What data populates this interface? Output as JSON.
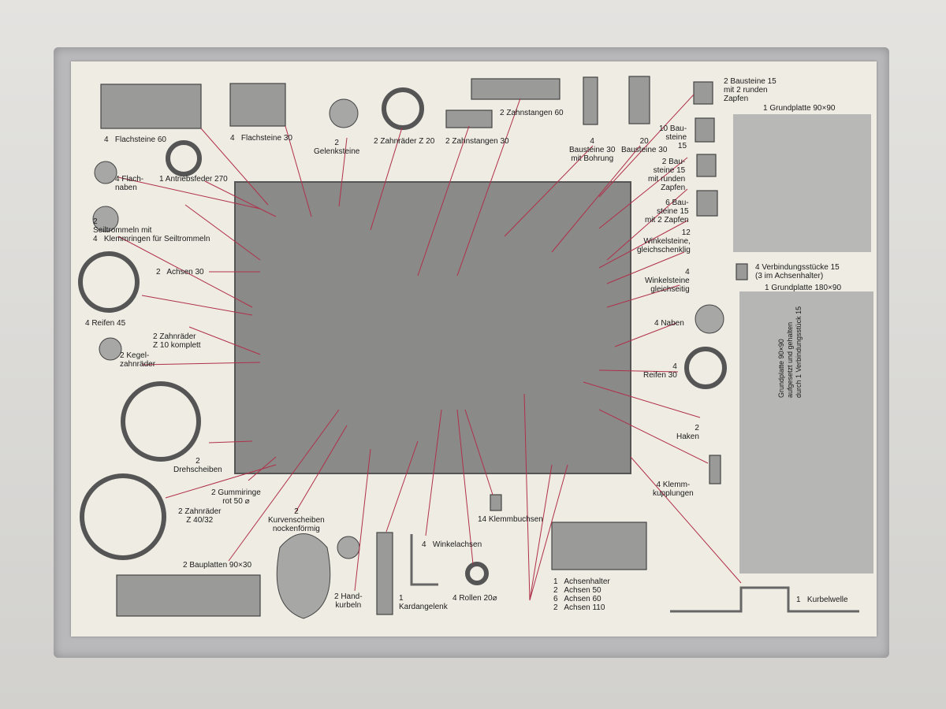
{
  "board": {
    "flachsteine60": "4   Flachsteine 60",
    "flachsteine30": "4   Flachsteine 30",
    "gelenksteine": "2\nGelenksteine",
    "zahnraeder20": "2 Zahnräder Z 20",
    "zahnstangen30": "2 Zahnstangen 30",
    "zahnstangen60": "2 Zahnstangen 60",
    "bausteine30b": "4\nBausteine 30\nmit Bohrung",
    "bausteine30": "20\nBausteine 30",
    "bausteine15r": "2 Bausteine 15\nmit 2 runden\nZapfen",
    "grundplatte90": "1 Grundplatte 90×90",
    "bausteine15": "10 Bau-\nsteine\n15",
    "bausteine15rz": "2 Bau-\nsteine 15\nmit runden\nZapfen",
    "bausteine15z": "6 Bau-\nsteine 15\nmit 2 Zapfen",
    "flachnaben": "4 Flach-\nnaben",
    "antriebsfeder": "1 Antriebsfeder 270",
    "seiltrommeln": "2\nSeiltrommeln mit\n4   Klemmringen für Seiltrommeln",
    "achsen30": "2   Achsen 30",
    "reifen45": "4 Reifen 45",
    "zahnraeder10": "2 Zahnräder\nZ 10 komplett",
    "kegelzahnraeder": "2 Kegel-\nzahnräder",
    "winkelsteine_gs": "12\nWinkelsteine,\ngleichschenklig",
    "winkelsteine_gseit": "4\nWinkelsteine\ngleichseitig",
    "verbindungsstuecke": "4 Verbindungsstücke 15\n(3 im Achsenhalter)",
    "grundplatte180": "1 Grundplatte 180×90",
    "naben": "4 Naben",
    "reifen30": "4\nReifen 30",
    "haken": "2\nHaken",
    "klemmkupplungen": "4 Klemm-\nkupplungen",
    "drehscheiben": "2\nDrehscheiben",
    "gummiringe": "2 Gummiringe\nrot 50 ⌀",
    "zahnraeder4032": "2 Zahnräder\nZ 40/32",
    "kurvenscheiben": "2\nKurvenscheiben\nnockenförmig",
    "klemmbuchsen": "14 Klemmbuchsen",
    "winkelachsen": "4   Winkelachsen",
    "bauplatten": "2 Bauplatten 90×30",
    "handkurbeln": "2 Hand-\nkurbeln",
    "kardangelenk": "1\nKardangelenk",
    "rollen": "4 Rollen 20⌀",
    "achsen_list": "1   Achsenhalter\n2   Achsen 50\n6   Achsen 60\n2   Achsen 110",
    "kurbelwelle": "1   Kurbelwelle",
    "plate_text": "Grundplatte 90×90\naufgesetzt und gehalten\ndurch 1 Verbindungsstück 15"
  },
  "colors": {
    "lines": "#b0304a",
    "card": "#efece3"
  }
}
